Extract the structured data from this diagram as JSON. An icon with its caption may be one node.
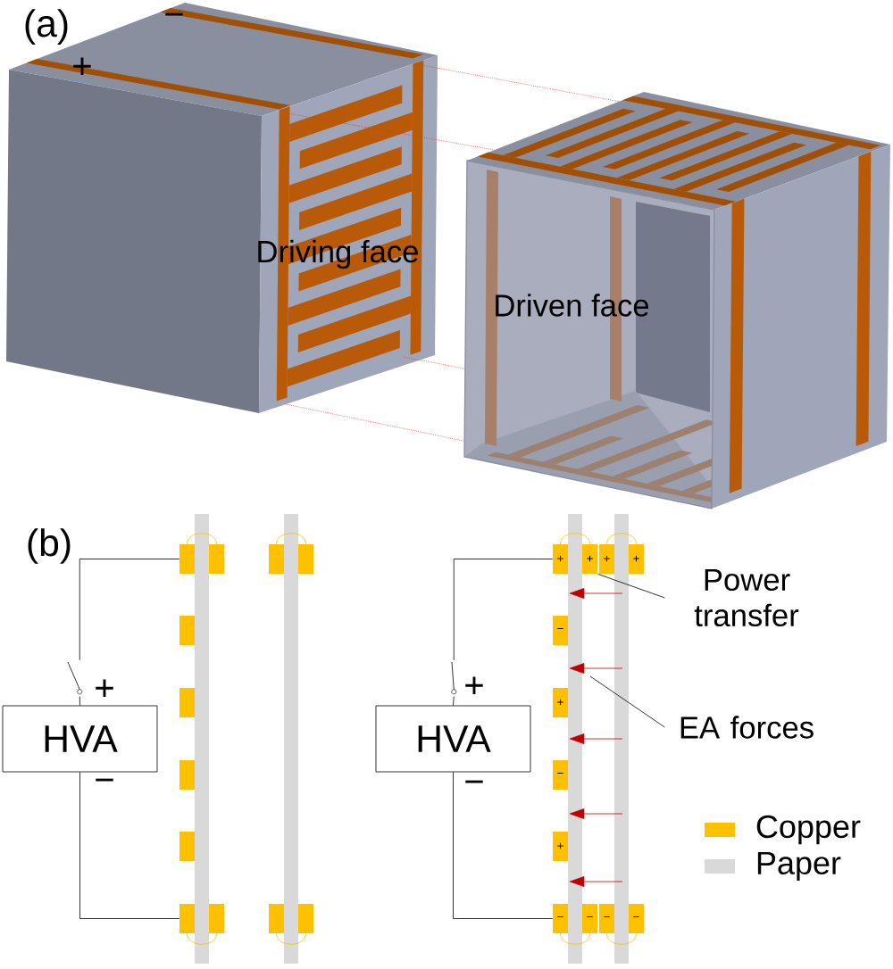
{
  "diagram": {
    "nodes": [
      {
        "text": [
          "HVA"
        ],
        "beside": [
          "+",
          "−"
        ]
      },
      {
        "text": [
          "HVA"
        ],
        "beside": [
          "+",
          "−"
        ]
      },
      {
        "text": [],
        "shape": "box"
      },
      {
        "text": [],
        "shape": "box"
      },
      {
        "text": [],
        "shape": "box"
      },
      {
        "text": [],
        "shape": "box"
      },
      {
        "text": [],
        "shape": "box"
      },
      {
        "text": [],
        "shape": "box"
      },
      {
        "text": [],
        "shape": "box"
      },
      {
        "text": [],
        "shape": "box"
      },
      {
        "text": [],
        "shape": "box"
      },
      {
        "text": [],
        "shape": "box"
      },
      {
        "text": [],
        "shape": "box"
      },
      {
        "text": [],
        "shape": "box"
      },
      {
        "text": [
          "+"
        ]
      },
      {
        "text": [
          "+"
        ]
      },
      {
        "text": [
          "+"
        ]
      },
      {
        "text": [
          "+"
        ]
      },
      {
        "text": [
          "−"
        ]
      },
      {
        "text": [
          "+"
        ]
      },
      {
        "text": [
          "−"
        ]
      },
      {
        "text": [
          "+"
        ]
      },
      {
        "text": [
          "−"
        ]
      },
      {
        "text": [
          "−"
        ]
      },
      {
        "text": [
          "−"
        ]
      },
      {
        "text": [
          "−"
        ]
      },
      {
        "text": [
          "Power transfer"
        ]
      },
      {
        "text": [
          "EA forces"
        ]
      },
      {
        "text": [],
        "shape": "switch"
      },
      {
        "text": [],
        "shape": "switch"
      }
    ],
    "edges": [
      {
        "from": 0,
        "to": 28,
        "arrow": "none"
      },
      {
        "from": 28,
        "to": 2,
        "arrow": "none"
      },
      {
        "from": 0,
        "to": 10,
        "arrow": "none"
      },
      {
        "from": 1,
        "to": 29,
        "arrow": "none"
      },
      {
        "from": 29,
        "to": 14,
        "arrow": "none"
      },
      {
        "from": 1,
        "to": 22,
        "arrow": "none"
      },
      {
        "from": 2,
        "to": 3,
        "arrow": "none",
        "color": "#ffc000"
      },
      {
        "from": 4,
        "to": 5,
        "arrow": "none",
        "color": "#ffc000"
      },
      {
        "from": 10,
        "to": 11,
        "arrow": "none",
        "color": "#ffc000"
      },
      {
        "from": 12,
        "to": 13,
        "arrow": "none",
        "color": "#ffc000"
      },
      {
        "from": 14,
        "to": 15,
        "arrow": "none",
        "color": "#ffc000"
      },
      {
        "from": 16,
        "to": 17,
        "arrow": "none",
        "color": "#ffc000"
      },
      {
        "from": 22,
        "to": 23,
        "arrow": "none",
        "color": "#ffc000"
      },
      {
        "from": 24,
        "to": 25,
        "arrow": "none",
        "color": "#ffc000"
      },
      {
        "from": 26,
        "to": 15,
        "arrow": "none"
      },
      {
        "from": 27,
        "to": null,
        "arrow": "none"
      }
    ],
    "labels": [
      "(a)",
      "−",
      "+",
      "Driving face",
      "Driven face",
      "(b)"
    ],
    "legend": [
      {
        "text": "Copper",
        "color": "#ffc000"
      },
      {
        "text": "Paper",
        "color": "#d9d9d9"
      }
    ]
  }
}
